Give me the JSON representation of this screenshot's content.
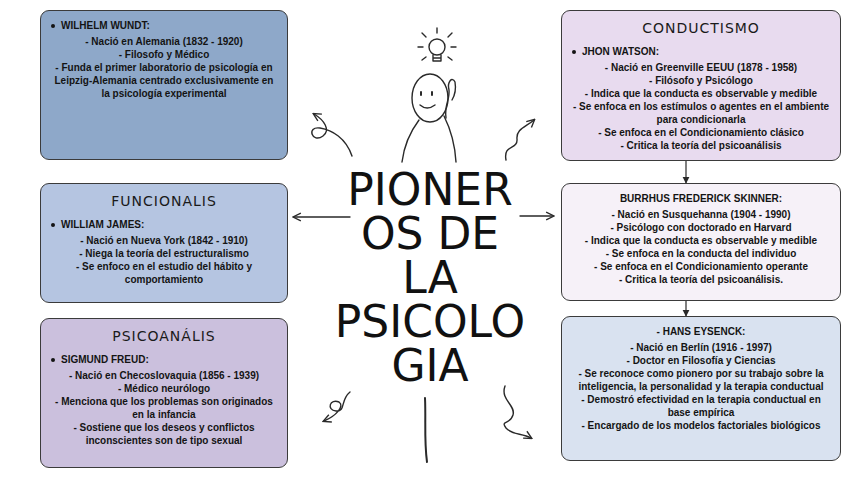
{
  "diagram": {
    "title": "PIONEROS DE LA PSICOLOGIA",
    "nodes": [
      {
        "text": [
          "WILHELM WUNDT:",
          "- Nació en Alemania (1832 - 1920)",
          "- Filosofo y Médico",
          "- Funda el primer laboratorio de psicología en Leipzig-Alemania centrado exclusivamente en la psicología experimental"
        ]
      },
      {
        "text": [
          "FUNCIONALIS",
          "WILLIAM JAMES:",
          "- Nació en Nueva York (1842 - 1910)",
          "- Niega la teoría del estructuralismo",
          "- Se enfoco en el estudio del hábito y comportamiento"
        ]
      },
      {
        "text": [
          "PSICOANÁLIS",
          "SIGMUND FREUD:",
          "- Nació en Checoslovaquia (1856 - 1939)",
          "- Médico neurólogo",
          "- Menciona que los problemas son originados en la infancia",
          "- Sostiene que los deseos y conflictos inconscientes son de tipo sexual"
        ]
      },
      {
        "text": [
          "CONDUCTISMO",
          "JHON WATSON:",
          "- Nació en Greenville EEUU (1878 - 1958)",
          "- Filósofo y Psicólogo",
          "- Indica que la conducta es observable y medible",
          "- Se enfoca en los estímulos o agentes en el ambiente para condicionarla",
          "- Se enfoca en el Condicionamiento clásico",
          "- Critica la teoría del psicoanálisis"
        ]
      },
      {
        "text": [
          "BURRHUS FREDERICK SKINNER:",
          "- Nació en Susquehanna (1904 - 1990)",
          "- Psicólogo con doctorado en Harvard",
          "- Indica que la conducta es observable y medible",
          "- Se enfoca en la conducta del individuo",
          "- Se enfoca en el Condicionamiento operante",
          "- Critica la teoría del psicoanálisis."
        ]
      },
      {
        "text": [
          "- HANS EYSENCK:",
          "- Nació en Berlín (1916 - 1997)",
          "- Doctor en Filosofía y Ciencias",
          "- Se reconoce como pionero por su trabajo sobre la inteligencia, la personalidad y la terapia conductual",
          "- Demostró efectividad en la terapia conductual en base empírica",
          "- Encargado de los modelos factoriales biológicos"
        ]
      }
    ],
    "edges": [
      {
        "from": 3,
        "to": 4,
        "arrow": "to"
      },
      {
        "from": 4,
        "to": 5,
        "arrow": "to"
      }
    ]
  }
}
